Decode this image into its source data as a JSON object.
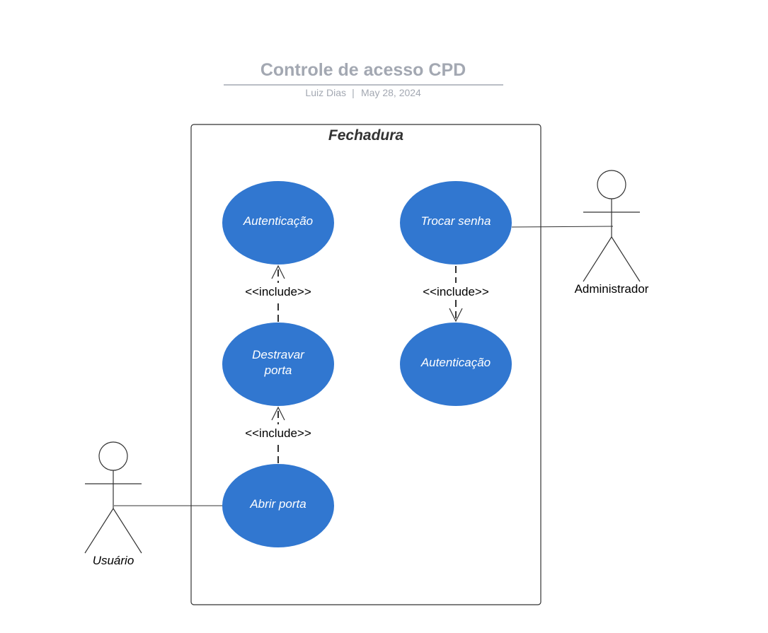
{
  "header": {
    "title": "Controle de acesso CPD",
    "author": "Luiz Dias",
    "separator": "|",
    "date": "May 28, 2024"
  },
  "system": {
    "title": "Fechadura"
  },
  "use_cases": {
    "autenticacao_left": "Autenticação",
    "trocar_senha": "Trocar senha",
    "destravar_porta_line1": "Destravar",
    "destravar_porta_line2": "porta",
    "autenticacao_right": "Autenticação",
    "abrir_porta": "Abrir porta"
  },
  "relations": {
    "include_1": "<<include>>",
    "include_2": "<<include>>",
    "include_3": "<<include>>"
  },
  "actors": {
    "administrador": "Administrador",
    "usuario": "Usuário"
  },
  "colors": {
    "use_case_fill": "#3177d0",
    "border": "#333333",
    "title_gray": "#a3a8b2"
  }
}
